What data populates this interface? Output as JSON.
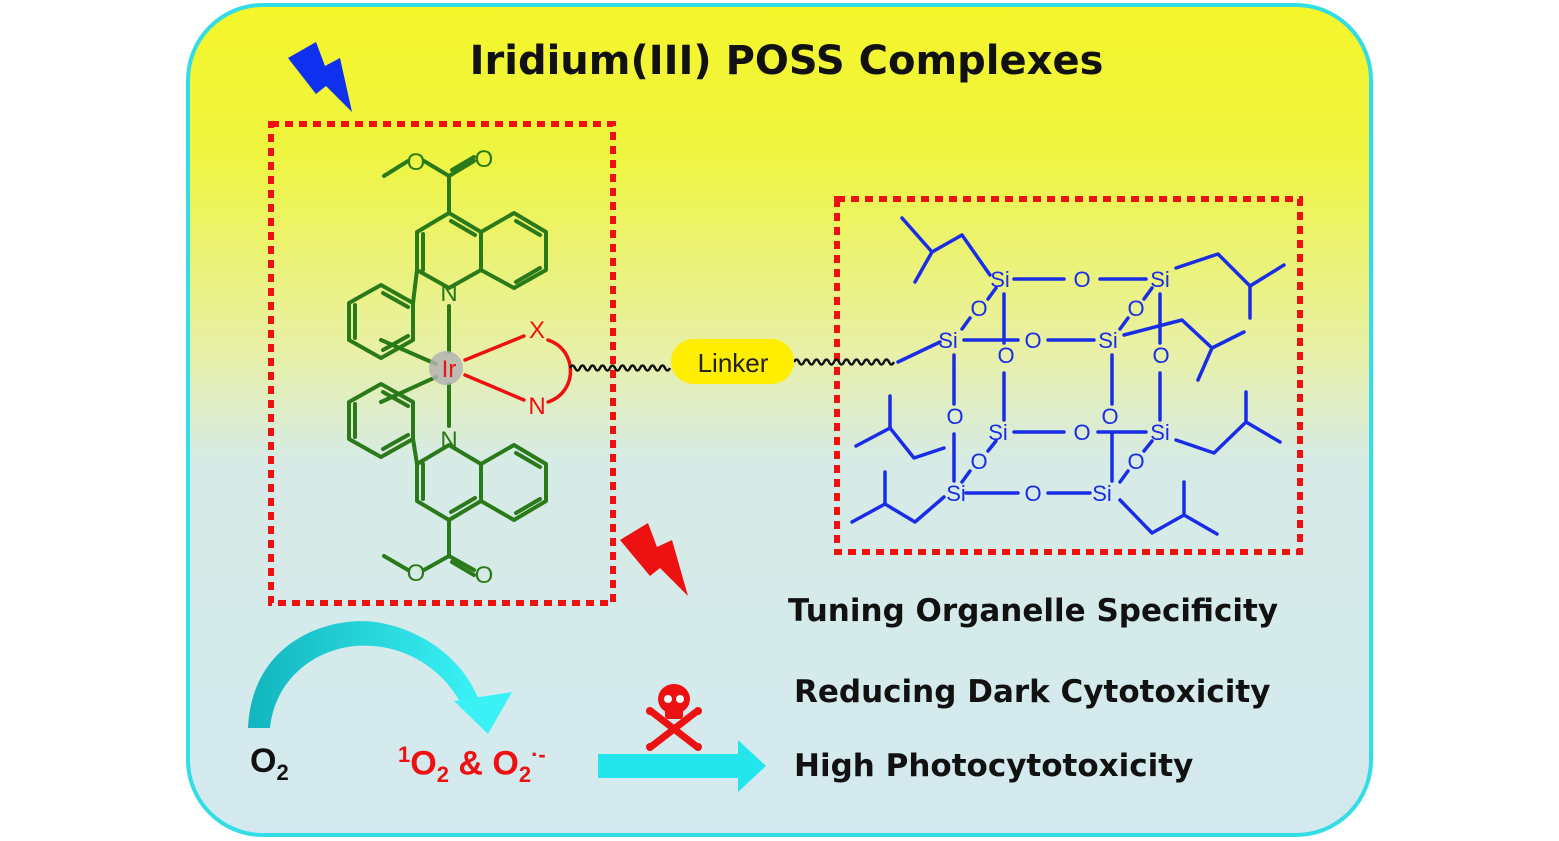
{
  "title": "Iridium(III) POSS Complexes",
  "labels": {
    "metal": "Ir",
    "nitrogen": "N",
    "oxygen": "O",
    "x_donor": "X",
    "n_donor": "N",
    "linker": "Linker",
    "silicon": "Si"
  },
  "reaction": {
    "reactant_main": "O",
    "reactant_sub": "2",
    "product_sup": "1",
    "product_o": "O",
    "product_sub1": "2",
    "product_amp": " & O",
    "product_sub2": "2",
    "product_radical": "·-"
  },
  "features": [
    "Tuning Organelle Specificity",
    "Reducing Dark Cytotoxicity",
    "High Photocytotoxicity"
  ],
  "colors": {
    "panel_top": "#f3f32a",
    "panel_bottom": "#d9edf2",
    "panel_border": "#33dde6",
    "complex": "#2a7a1a",
    "poss": "#1a2de6",
    "accent_red": "#ee1111",
    "lightning_blue": "#1030f0",
    "arrow_cyan": "#22e6ec",
    "linker_fill": "#ffee00"
  }
}
